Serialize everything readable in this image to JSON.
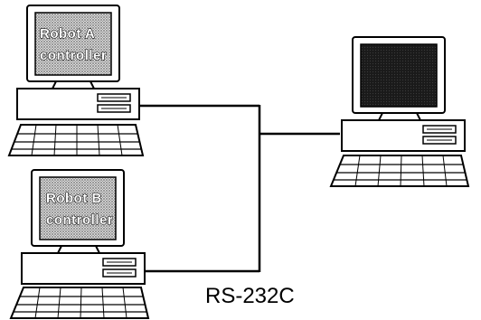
{
  "nodes": [
    {
      "id": "top-left",
      "screen_lines": [
        "Robot A",
        "controller"
      ]
    },
    {
      "id": "bottom-left",
      "screen_lines": [
        "Robot B",
        "controller"
      ]
    },
    {
      "id": "right",
      "screen_lines": []
    }
  ],
  "link": {
    "label": "RS-232C"
  },
  "colors": {
    "line": "#000000",
    "halftone": "#8c8c8c",
    "screen_dark": "#1a1a1a"
  }
}
